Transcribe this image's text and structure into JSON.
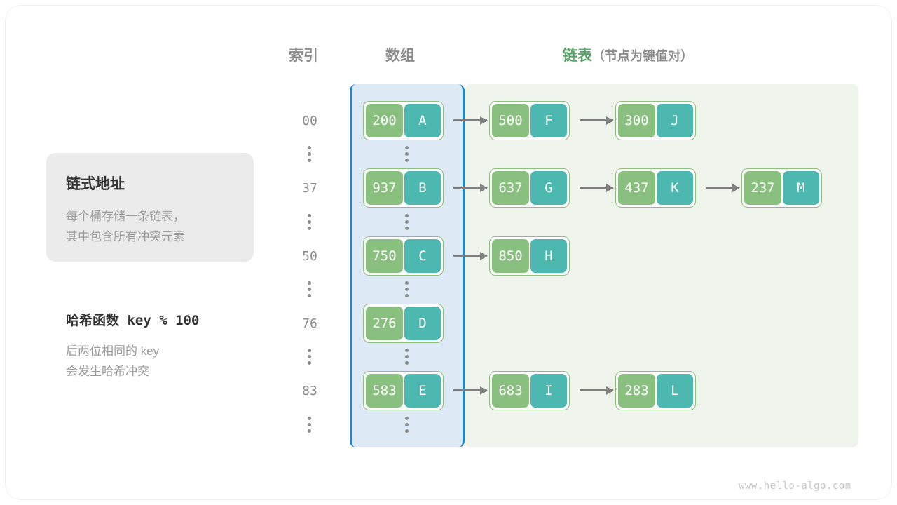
{
  "headers": {
    "index": "索引",
    "array": "数组",
    "list_main": "链表",
    "list_sub": "（节点为键值对）"
  },
  "info_box": {
    "title": "链式地址",
    "line1": "每个桶存储一条链表，",
    "line2": "其中包含所有冲突元素"
  },
  "hash_note": {
    "title": "哈希函数 key % 100",
    "line1": "后两位相同的 key",
    "line2": "会发生哈希冲突"
  },
  "footer": "www.hello-algo.com",
  "colors": {
    "key_box": "#8ac07f",
    "value_box": "#4cb8b0",
    "node_border": "#8fbf7f",
    "array_panel_bg": "#dde9f5",
    "array_panel_border": "#1f86d0",
    "list_panel_bg": "#eff5ed",
    "accent_green_text": "#5aa469",
    "muted_text": "#8c8c8c",
    "arrow": "#7f7f7f"
  },
  "ellipsis_glyph": "vertical-ellipsis",
  "buckets": [
    {
      "index": "00",
      "nodes": [
        {
          "key": "200",
          "value": "A"
        },
        {
          "key": "500",
          "value": "F"
        },
        {
          "key": "300",
          "value": "J"
        }
      ]
    },
    {
      "index": "37",
      "nodes": [
        {
          "key": "937",
          "value": "B"
        },
        {
          "key": "637",
          "value": "G"
        },
        {
          "key": "437",
          "value": "K"
        },
        {
          "key": "237",
          "value": "M"
        }
      ]
    },
    {
      "index": "50",
      "nodes": [
        {
          "key": "750",
          "value": "C"
        },
        {
          "key": "850",
          "value": "H"
        }
      ]
    },
    {
      "index": "76",
      "nodes": [
        {
          "key": "276",
          "value": "D"
        }
      ]
    },
    {
      "index": "83",
      "nodes": [
        {
          "key": "583",
          "value": "E"
        },
        {
          "key": "683",
          "value": "I"
        },
        {
          "key": "283",
          "value": "L"
        }
      ]
    }
  ]
}
